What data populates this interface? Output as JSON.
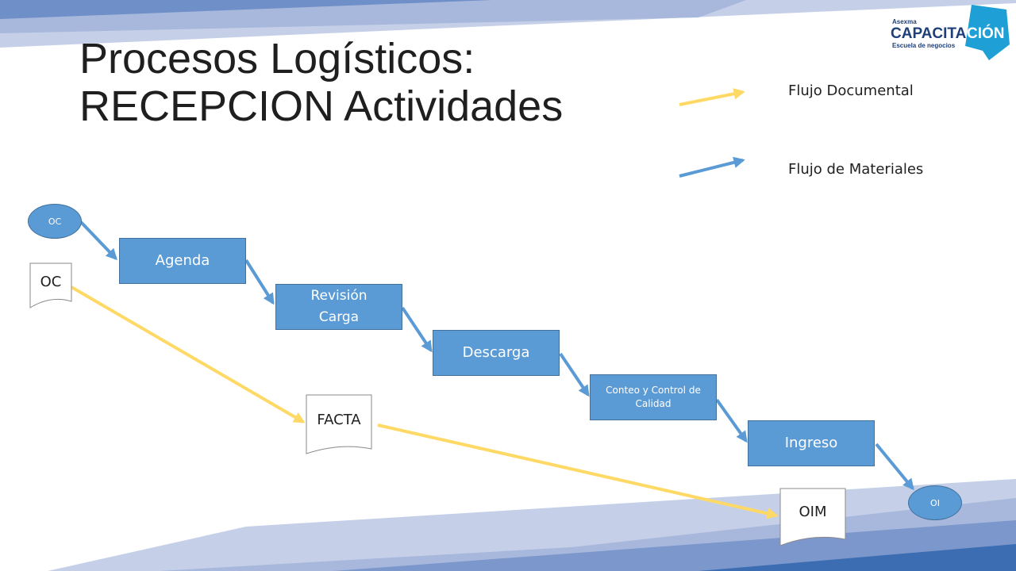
{
  "title": {
    "line1": "Procesos Logísticos:",
    "line2": "RECEPCION Actividades"
  },
  "legend": {
    "document_flow": "Flujo Documental",
    "material_flow": "Flujo de Materiales"
  },
  "logo": {
    "small": "Asexma",
    "brand_main": "CAPACITA",
    "brand_accent": "CIÓN",
    "tagline": "Escuela de negocios"
  },
  "nodes": {
    "oc_circle": "OC",
    "agenda": "Agenda",
    "revision_line1": "Revisión",
    "revision_line2": "Carga",
    "descarga": "Descarga",
    "conteo": "Conteo y Control de Calidad",
    "ingreso": "Ingreso",
    "oi_circle": "OI"
  },
  "documents": {
    "oc": "OC",
    "facta": "FACTA",
    "oim": "OIM"
  },
  "colors": {
    "process_fill": "#5b9bd5",
    "process_border": "#41719c",
    "document_arrow": "#ffd966",
    "material_arrow": "#5b9bd5",
    "band_dark": "#2e5e9e",
    "band_mid": "#5b82bf",
    "band_light": "#a7b8dc",
    "logo_accent": "#1e9fd6",
    "logo_main": "#1f3f7a"
  }
}
